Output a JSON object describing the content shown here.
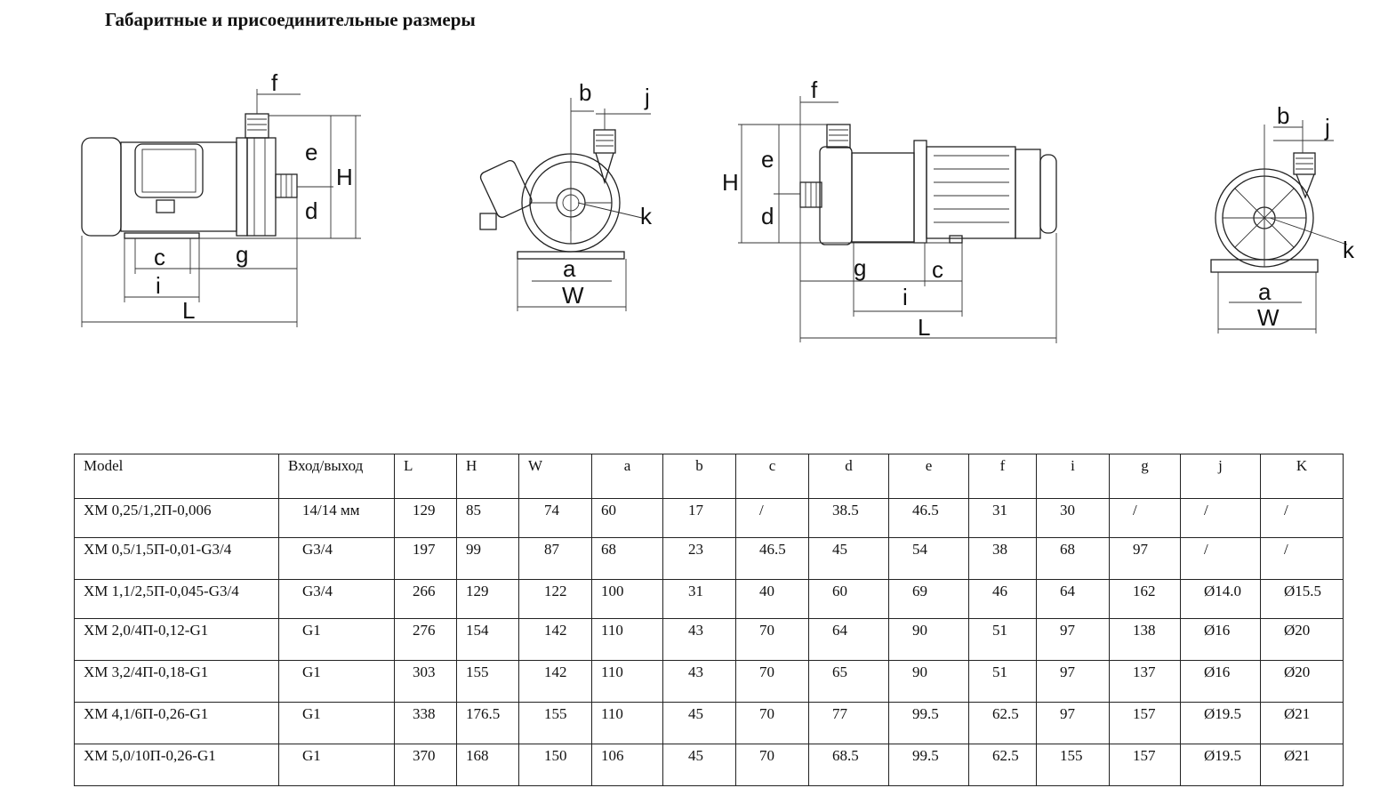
{
  "title": "Габаритные и присоединительные размеры",
  "drawing_labels": {
    "f": "f",
    "e": "e",
    "H": "H",
    "d": "d",
    "c": "c",
    "g": "g",
    "i": "i",
    "L": "L",
    "b": "b",
    "j": "j",
    "k": "k",
    "a": "a",
    "W": "W"
  },
  "table": {
    "headers": [
      "Model",
      "Вход/выход",
      "L",
      "H",
      "W",
      "a",
      "b",
      "c",
      "d",
      "e",
      "f",
      "i",
      "g",
      "j",
      "K"
    ],
    "rows": [
      [
        "XM 0,25/1,2П-0,006",
        "14/14 мм",
        "129",
        "85",
        "74",
        "60",
        "17",
        "/",
        "38.5",
        "46.5",
        "31",
        "30",
        "/",
        "/",
        "/"
      ],
      [
        "XM 0,5/1,5П-0,01-G3/4",
        "G3/4",
        "197",
        "99",
        "87",
        "68",
        "23",
        "46.5",
        "45",
        "54",
        "38",
        "68",
        "97",
        "/",
        "/"
      ],
      [
        "XM 1,1/2,5П-0,045-G3/4",
        "G3/4",
        "266",
        "129",
        "122",
        "100",
        "31",
        "40",
        "60",
        "69",
        "46",
        "64",
        "162",
        "Ø14.0",
        "Ø15.5"
      ],
      [
        "XM 2,0/4П-0,12-G1",
        "G1",
        "276",
        "154",
        "142",
        "110",
        "43",
        "70",
        "64",
        "90",
        "51",
        "97",
        "138",
        "Ø16",
        "Ø20"
      ],
      [
        "XM 3,2/4П-0,18-G1",
        "G1",
        "303",
        "155",
        "142",
        "110",
        "43",
        "70",
        "65",
        "90",
        "51",
        "97",
        "137",
        "Ø16",
        "Ø20"
      ],
      [
        "XM 4,1/6П-0,26-G1",
        "G1",
        "338",
        "176.5",
        "155",
        "110",
        "45",
        "70",
        "77",
        "99.5",
        "62.5",
        "97",
        "157",
        "Ø19.5",
        "Ø21"
      ],
      [
        "XM 5,0/10П-0,26-G1",
        "G1",
        "370",
        "168",
        "150",
        "106",
        "45",
        "70",
        "68.5",
        "99.5",
        "62.5",
        "155",
        "157",
        "Ø19.5",
        "Ø21"
      ]
    ]
  }
}
